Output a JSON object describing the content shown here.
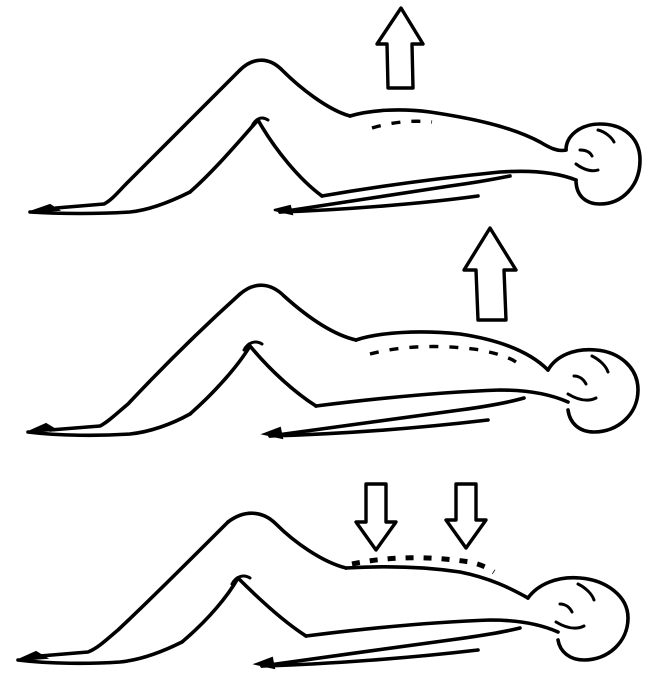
{
  "diagram": {
    "panels": [
      {
        "id": "panel-1",
        "arrows": [
          "up"
        ]
      },
      {
        "id": "panel-2",
        "arrows": [
          "up"
        ]
      },
      {
        "id": "panel-3",
        "arrows": [
          "down",
          "down"
        ]
      }
    ]
  },
  "colors": {
    "ink": "#000000",
    "background": "#ffffff",
    "arrow_fill": "#ffffff"
  },
  "icons": {
    "arrow_up": "arrow-up-icon",
    "arrow_down": "arrow-down-icon"
  }
}
